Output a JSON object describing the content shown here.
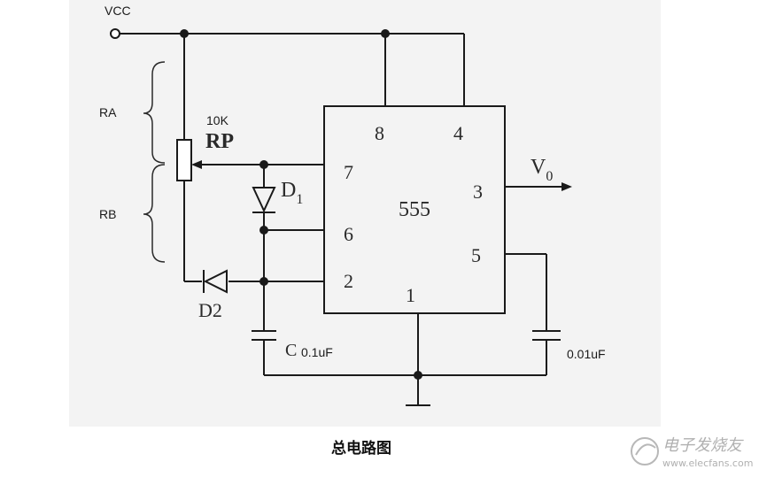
{
  "diagram": {
    "labels": {
      "vcc": "VCC",
      "ra": "RA",
      "rb": "RB",
      "rp_value": "10K",
      "rp_name": "RP",
      "d1": "D",
      "d1_sub": "1",
      "d2": "D2",
      "c_letter": "C",
      "c_timing": "0.1uF",
      "c_control": "0.01uF",
      "vo": "V",
      "vo_sub": "0",
      "ic": "555",
      "pin8": "8",
      "pin4": "4",
      "pin7": "7",
      "pin6": "6",
      "pin2": "2",
      "pin3": "3",
      "pin5": "5",
      "pin1": "1"
    },
    "caption": "总电路图"
  },
  "watermark": {
    "cn": "电子发烧友",
    "url": "www.elecfans.com"
  },
  "colors": {
    "ink": "#1a1a1a",
    "panel": "#f3f3f3",
    "background": "#ffffff",
    "watermark": "#b0b0b0"
  }
}
